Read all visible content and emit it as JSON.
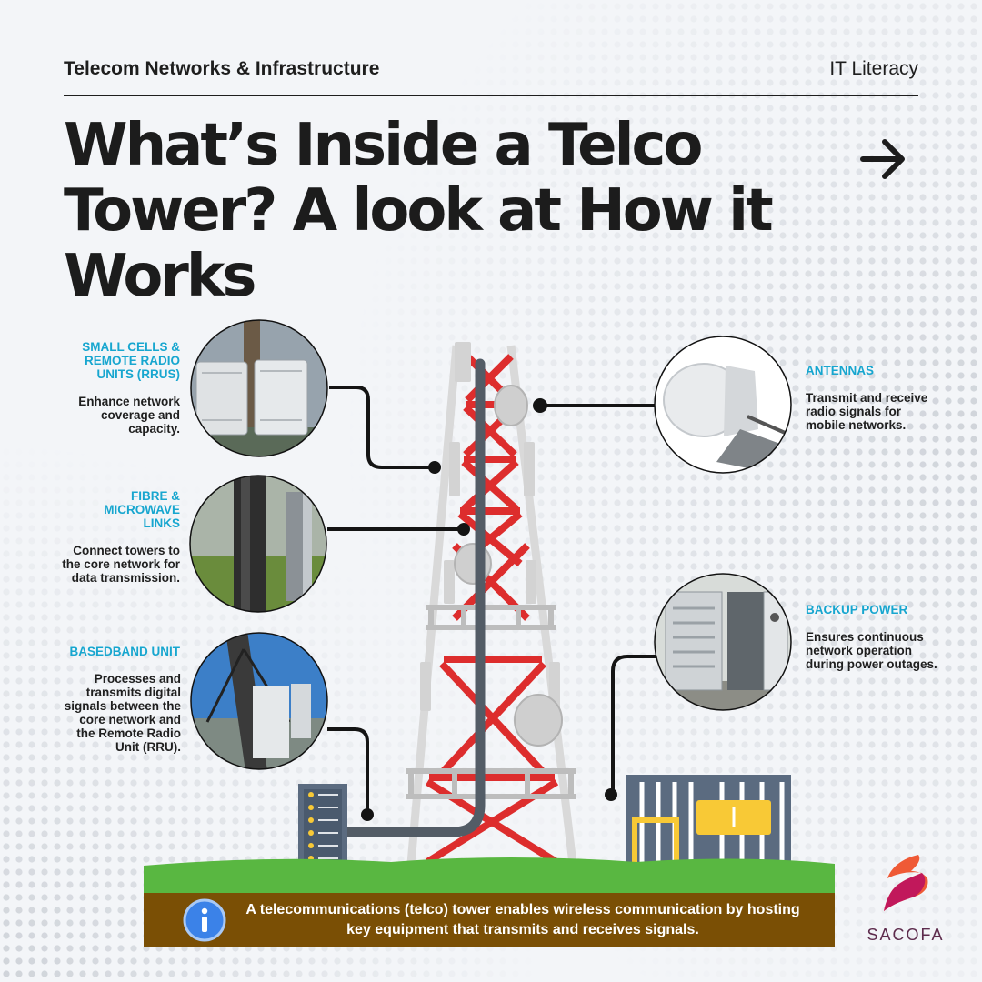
{
  "header": {
    "category": "Telecom Networks & Infrastructure",
    "series": "IT Literacy"
  },
  "title": "What’s Inside a Telco Tower? A look at How it Works",
  "features": {
    "small_cells": {
      "title": "SMALL CELLS & REMOTE RADIO UNITS (RRUS)",
      "description": "Enhance network coverage and capacity."
    },
    "fibre": {
      "title": "FIBRE & MICROWAVE LINKS",
      "description": "Connect towers to the core network for data transmission."
    },
    "baseband": {
      "title": "BASEDBAND UNIT",
      "description": "Processes and transmits digital signals between the core network and the Remote Radio Unit (RRU)."
    },
    "antennas": {
      "title": "ANTENNAS",
      "description": "Transmit and receive radio signals for mobile networks."
    },
    "backup_power": {
      "title": "BACKUP POWER",
      "description": "Ensures continuous network operation during power outages."
    }
  },
  "footer": {
    "text": "A telecommunications (telco) tower enables wireless communication by hosting key equipment that transmits and receives signals."
  },
  "logo": {
    "name": "SACOFA"
  },
  "icons": [
    "arrow-right-icon",
    "info-icon",
    "sacofa-logo-icon"
  ],
  "colors": {
    "accent_blue": "#17a6cf",
    "tower_red": "#dd2d2d",
    "footer_brown": "#7a4f05",
    "grass_green": "#59b741",
    "cabinet_slate": "#5b6b80",
    "cabinet_yellow": "#f8c936"
  }
}
